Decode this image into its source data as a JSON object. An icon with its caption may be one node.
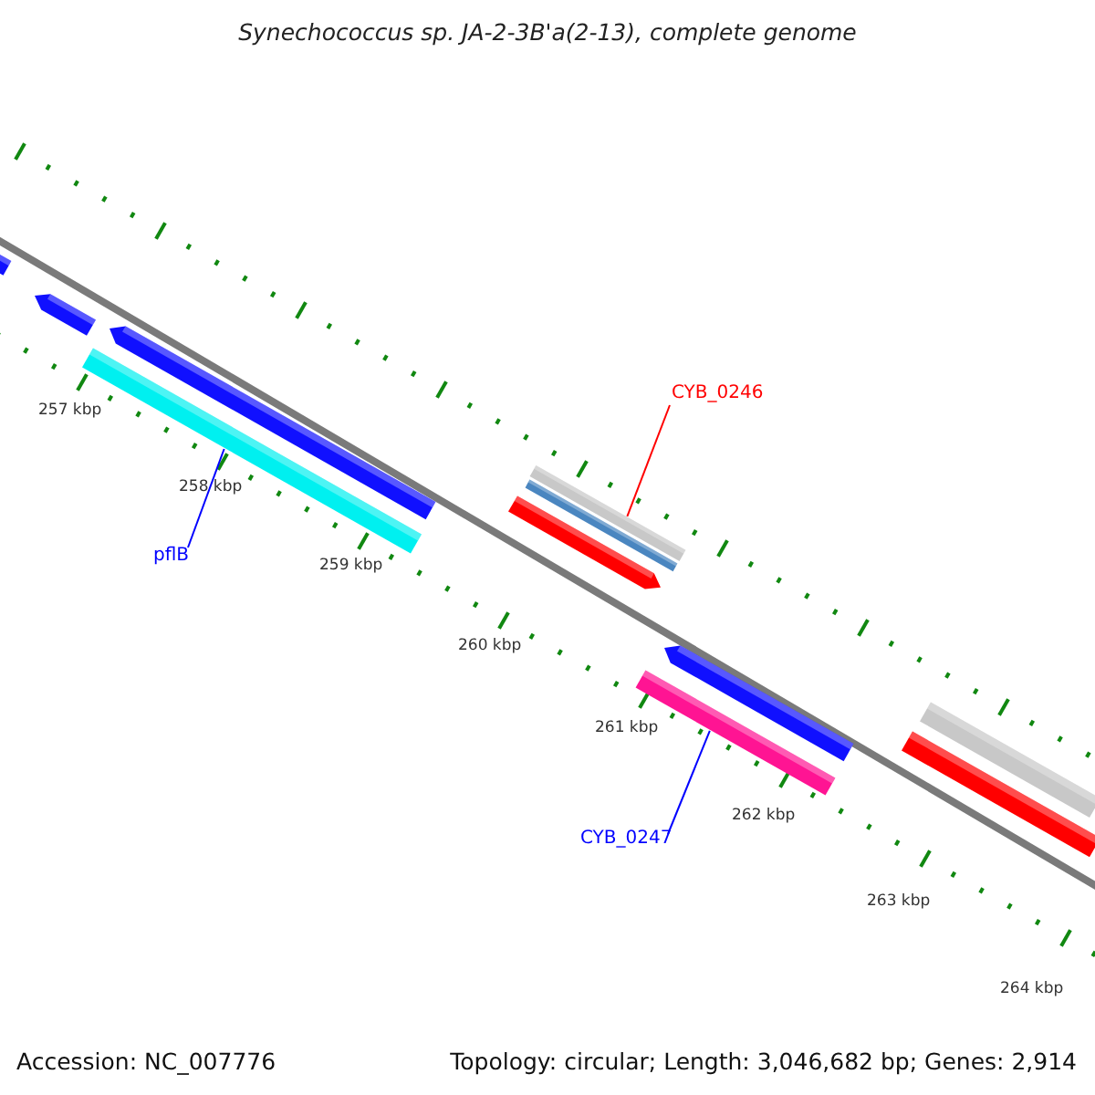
{
  "diagram": {
    "title": "Synechococcus sp. JA-2-3B'a(2-13), complete genome",
    "nodes": [
      {
        "text": [],
        "shape": "bar"
      },
      {
        "text": [],
        "shape": "bar"
      },
      {
        "text": [],
        "shape": "bar"
      },
      {
        "text": [],
        "shape": "bar"
      },
      {
        "text": [
          "pflB"
        ]
      },
      {
        "text": [],
        "shape": "bar"
      },
      {
        "text": [],
        "shape": "bar"
      },
      {
        "text": [],
        "shape": "bar"
      },
      {
        "text": [
          "CYB_0246"
        ]
      },
      {
        "text": [],
        "shape": "bar"
      },
      {
        "text": [],
        "shape": "bar"
      },
      {
        "text": [
          "CYB_0247"
        ]
      },
      {
        "text": [],
        "shape": "bar"
      },
      {
        "text": [],
        "shape": "bar"
      }
    ],
    "edges": [
      {
        "from": 4,
        "to": 3,
        "arrow": "none"
      },
      {
        "from": 8,
        "to": 5,
        "arrow": "none",
        "color": "#ff0000"
      },
      {
        "from": 11,
        "to": 10,
        "arrow": "none"
      }
    ],
    "labels": [
      "257 kbp",
      "258 kbp",
      "259 kbp",
      "260 kbp",
      "261 kbp",
      "262 kbp",
      "263 kbp",
      "264 kbp",
      "Accession: NC_007776",
      "Topology: circular; Length: 3,046,682 bp; Genes: 2,914"
    ]
  }
}
